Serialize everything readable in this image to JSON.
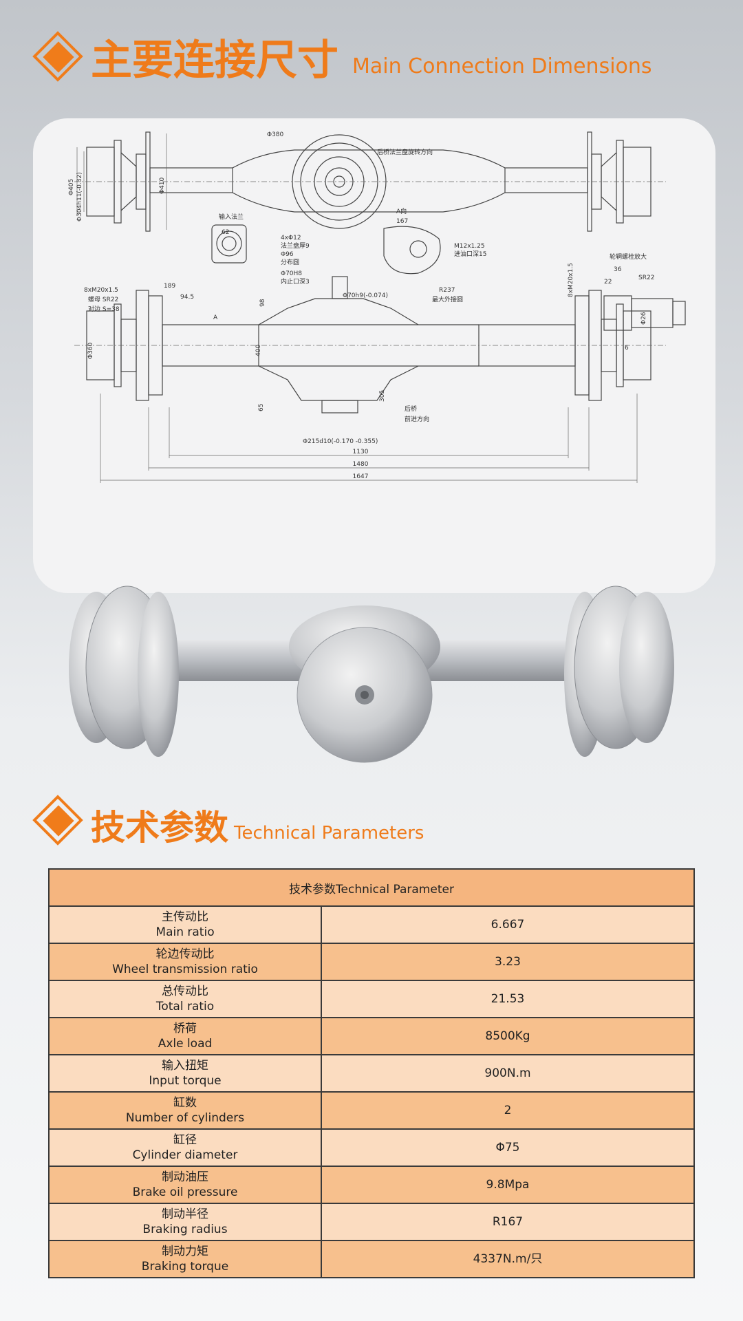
{
  "section1": {
    "title_cn": "主要连接尺寸",
    "title_en": "Main Connection Dimensions"
  },
  "section2": {
    "title_cn": "技术参数",
    "title_en": "Technical Parameters"
  },
  "drawing": {
    "labels": {
      "d380": "Φ380",
      "rotate_dir": "后桥法兰盘旋转方向",
      "d405": "Φ405",
      "d304": "Φ304h11(-0.32)",
      "d410": "Φ410",
      "input_flange": "输入法兰",
      "dim62": "62",
      "holes": "4xΦ12",
      "flange_thick": "法兰盘厚9",
      "d96": "Φ96",
      "pitch": "分布圆",
      "d70h8": "Φ70H8",
      "spigot": "内止口深3",
      "view_a": "A向",
      "dim167": "167",
      "m12": "M12x1.25",
      "oil_port": "进油口深15",
      "r237": "R237",
      "outer_circle": "最大外接圆",
      "m20": "8xM20x1.5",
      "nut": "螺母 SR22",
      "s38": "对边 S=38",
      "dim189": "189",
      "dim945": "94.5",
      "d70h9": "Φ70h9(-0.074)",
      "dim98": "98",
      "a": "A",
      "d360": "Φ360",
      "dim400": "400",
      "dim305": "305",
      "dim65": "65",
      "rear_axle": "后桥",
      "forward": "前进方向",
      "d215": "Φ215d10(-0.170 -0.355)",
      "dim1130": "1130",
      "dim1480": "1480",
      "dim1647": "1647",
      "bolt_enlarge": "轮辋螺栓放大",
      "dim36": "36",
      "dim22": "22",
      "sr22": "SR22",
      "m20b": "8xM20x1.5",
      "d26": "Φ26",
      "dim6": "6"
    }
  },
  "table": {
    "header": "技术参数Technical Parameter",
    "rows": [
      {
        "cn": "主传动比",
        "en": "Main ratio",
        "value": "6.667"
      },
      {
        "cn": "轮边传动比",
        "en": "Wheel transmission ratio",
        "value": "3.23"
      },
      {
        "cn": "总传动比",
        "en": "Total ratio",
        "value": "21.53"
      },
      {
        "cn": "桥荷",
        "en": "Axle load",
        "value": "8500Kg"
      },
      {
        "cn": "输入扭矩",
        "en": "Input torque",
        "value": "900N.m"
      },
      {
        "cn": "缸数",
        "en": "Number of cylinders",
        "value": "2"
      },
      {
        "cn": "缸径",
        "en": "Cylinder diameter",
        "value": "Φ75"
      },
      {
        "cn": "制动油压",
        "en": "Brake oil pressure",
        "value": "9.8Mpa"
      },
      {
        "cn": "制动半径",
        "en": "Braking radius",
        "value": "R167"
      },
      {
        "cn": "制动力矩",
        "en": "Braking torque",
        "value": "4337N.m/只"
      }
    ]
  }
}
